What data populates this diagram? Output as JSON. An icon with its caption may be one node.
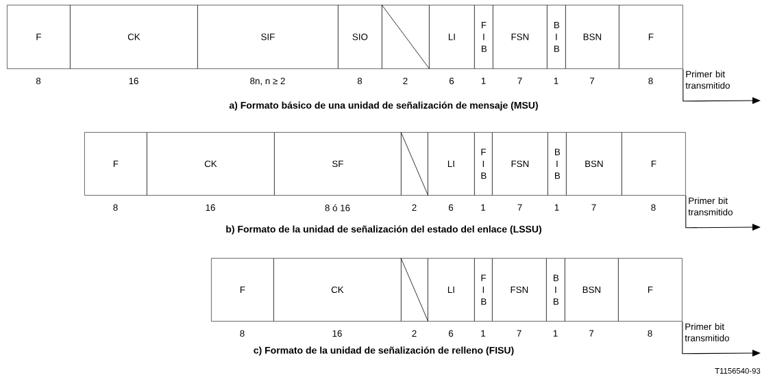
{
  "diagram": {
    "nodes": [
      {
        "text": [
          "F"
        ],
        "beside": [
          "8"
        ]
      },
      {
        "text": [
          "CK"
        ],
        "beside": [
          "16"
        ]
      },
      {
        "text": [
          "SIF"
        ],
        "beside": [
          "8n, n ≥ 2"
        ]
      },
      {
        "text": [
          "SIO"
        ],
        "beside": [
          "8"
        ]
      },
      {
        "text": [],
        "shape": "box",
        "beside": [
          "2"
        ]
      },
      {
        "text": [
          "LI"
        ],
        "beside": [
          "6"
        ]
      },
      {
        "text": [
          "F I B"
        ],
        "beside": [
          "1"
        ]
      },
      {
        "text": [
          "FSN"
        ],
        "beside": [
          "7"
        ]
      },
      {
        "text": [
          "B I B"
        ],
        "beside": [
          "1"
        ]
      },
      {
        "text": [
          "BSN"
        ],
        "beside": [
          "7"
        ]
      },
      {
        "text": [
          "F"
        ],
        "beside": [
          "8"
        ]
      },
      {
        "text": [
          "F"
        ],
        "beside": [
          "8"
        ]
      },
      {
        "text": [
          "CK"
        ],
        "beside": [
          "16"
        ]
      },
      {
        "text": [
          "SF"
        ],
        "beside": [
          "8 ó 16"
        ]
      },
      {
        "text": [],
        "shape": "box",
        "beside": [
          "2"
        ]
      },
      {
        "text": [
          "LI"
        ],
        "beside": [
          "6"
        ]
      },
      {
        "text": [
          "F I B"
        ],
        "beside": [
          "1"
        ]
      },
      {
        "text": [
          "FSN"
        ],
        "beside": [
          "7"
        ]
      },
      {
        "text": [
          "B I B"
        ],
        "beside": [
          "1"
        ]
      },
      {
        "text": [
          "BSN"
        ],
        "beside": [
          "7"
        ]
      },
      {
        "text": [
          "F"
        ],
        "beside": [
          "8"
        ]
      },
      {
        "text": [
          "F"
        ],
        "beside": [
          "8"
        ]
      },
      {
        "text": [
          "CK"
        ],
        "beside": [
          "16"
        ]
      },
      {
        "text": [],
        "shape": "box",
        "beside": [
          "2"
        ]
      },
      {
        "text": [
          "LI"
        ],
        "beside": [
          "6"
        ]
      },
      {
        "text": [
          "F I B"
        ],
        "beside": [
          "1"
        ]
      },
      {
        "text": [
          "FSN"
        ],
        "beside": [
          "7"
        ]
      },
      {
        "text": [
          "B I B"
        ],
        "beside": [
          "1"
        ]
      },
      {
        "text": [
          "BSN"
        ],
        "beside": [
          "7"
        ]
      },
      {
        "text": [
          "F"
        ],
        "beside": [
          "8"
        ]
      }
    ],
    "edges": [
      {
        "from": 10,
        "to": null,
        "arrow": "to",
        "label": "Primer bit transmitido"
      },
      {
        "from": 20,
        "to": null,
        "arrow": "to",
        "label": "Primer bit transmitido"
      },
      {
        "from": 29,
        "to": null,
        "arrow": "to",
        "label": "Primer bit transmitido"
      }
    ],
    "labels": [
      "a) Formato básico de una unidad de señalización de mensaje (MSU)",
      "b) Formato de la unidad de señalización del estado del enlace (LSSU)",
      "c) Formato de la unidad de señalización de relleno (FISU)",
      "T1156540-93"
    ]
  }
}
